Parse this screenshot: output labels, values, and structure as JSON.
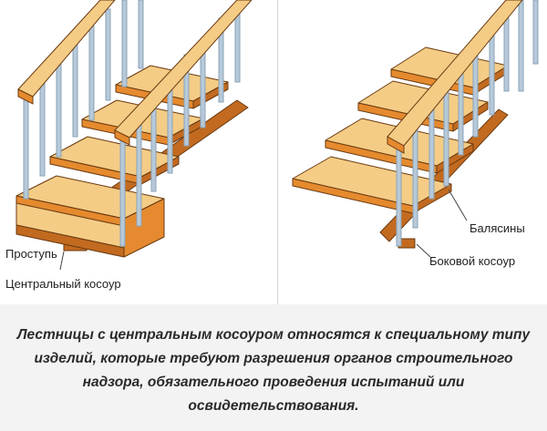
{
  "left_figure": {
    "label_tread": "Проступь",
    "label_stringer": "Центральный косоур"
  },
  "right_figure": {
    "label_balusters": "Балясины",
    "label_stringer": "Боковой косоур"
  },
  "caption": {
    "line1": "Лестницы с центральным косоуром относятся к специальному типу",
    "line2": "изделий, которые требуют разрешения органов строительного",
    "line3": "надзора, обязательного проведения испытаний или",
    "line4": "освидетельствования."
  },
  "colors": {
    "wood_top": "#f4cc85",
    "wood_side": "#e58a2e",
    "wood_dark": "#c26a1f",
    "baluster": "#b7c9d9",
    "outline": "#6b3b12"
  }
}
